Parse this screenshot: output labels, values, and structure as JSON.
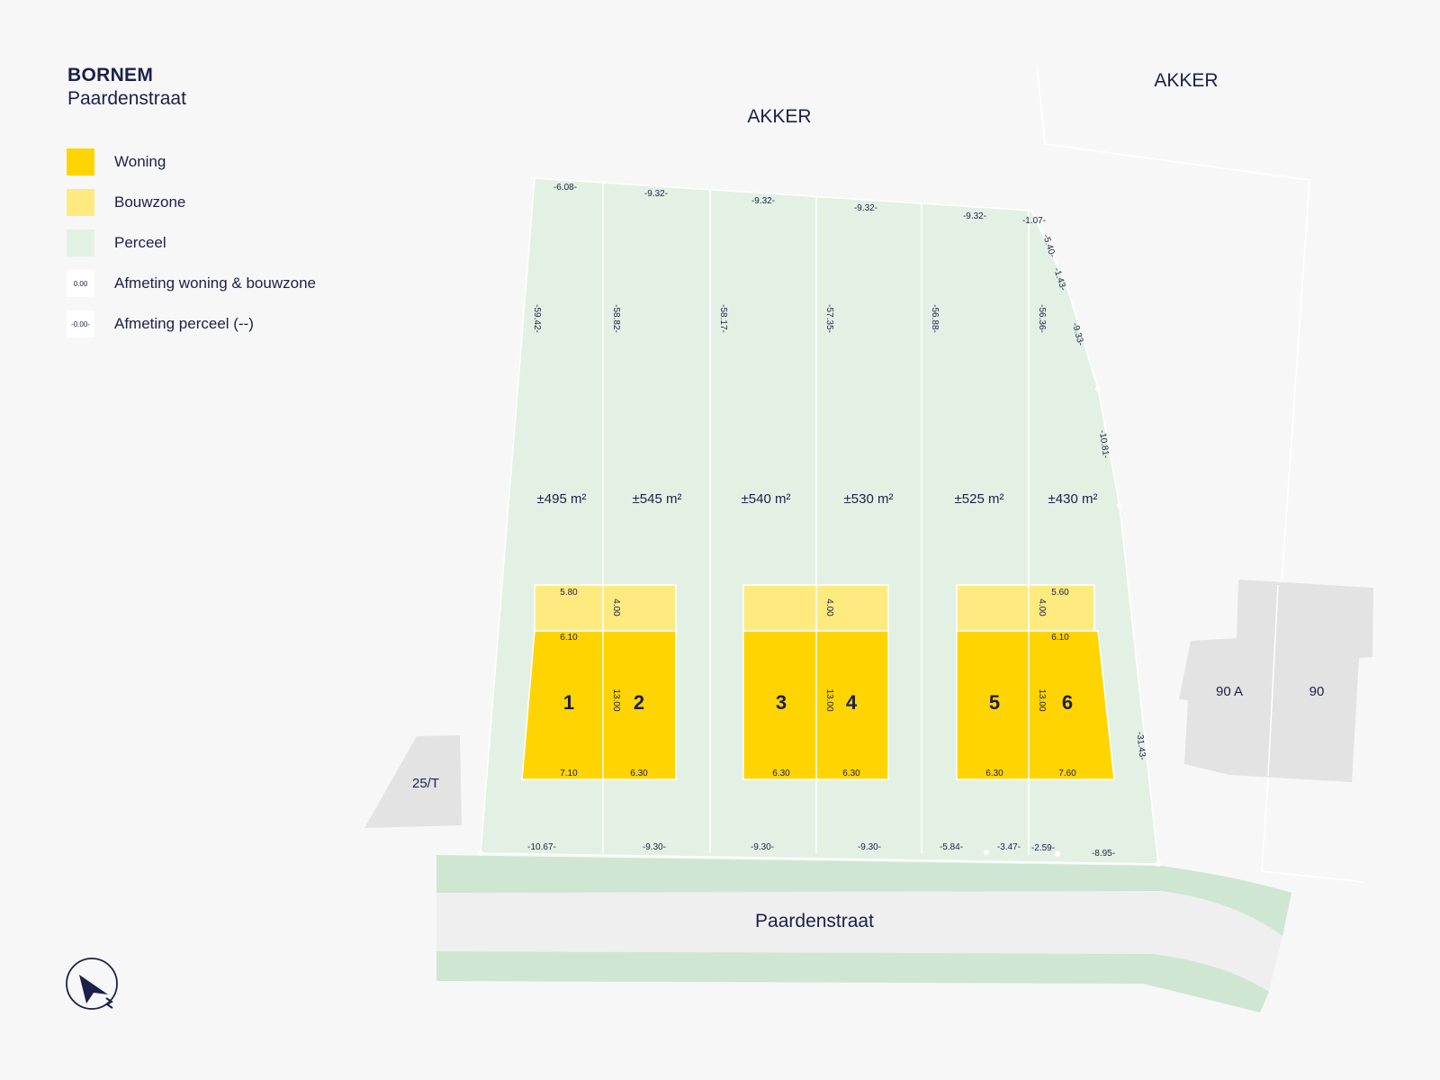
{
  "header": {
    "city": "BORNEM",
    "street": "Paardenstraat"
  },
  "legend": [
    {
      "key": "woning",
      "label": "Woning",
      "sample": ""
    },
    {
      "key": "bouwzone",
      "label": "Bouwzone",
      "sample": ""
    },
    {
      "key": "perceel",
      "label": "Perceel",
      "sample": ""
    },
    {
      "key": "dim",
      "label": "Afmeting woning & bouwzone",
      "sample": "0.00"
    },
    {
      "key": "dim",
      "label": "Afmeting perceel (--)",
      "sample": "-0.00-"
    }
  ],
  "colors": {
    "woning": "#ffd400",
    "bouwzone": "#ffea80",
    "perceel": "#e3f1e4",
    "street_verge": "#cfe6d2",
    "road": "#efefef",
    "building": "#e3e3e3",
    "ink": "#1c1f4a"
  },
  "map": {
    "field_labels": [
      "AKKER",
      "AKKER"
    ],
    "street_label": "Paardenstraat",
    "neighbor_labels": [
      "25/T",
      "90 A",
      "90"
    ],
    "lots": [
      {
        "number": "1",
        "area": "±495 m²"
      },
      {
        "number": "2",
        "area": "±545 m²"
      },
      {
        "number": "3",
        "area": "±540 m²"
      },
      {
        "number": "4",
        "area": "±530 m²"
      },
      {
        "number": "5",
        "area": "±525 m²"
      },
      {
        "number": "6",
        "area": "±430 m²"
      }
    ],
    "plot_dims_top": [
      "-6.08-",
      "-9.32-",
      "-9.32-",
      "-9.32-",
      "-9.32-",
      "-1.07-"
    ],
    "plot_dims_side": [
      "-59.42-",
      "-58.82-",
      "-58.17-",
      "-57.35-",
      "-56.88-",
      "-56.36-"
    ],
    "plot_dims_right": [
      "-5.40-",
      "-1.43-",
      "-9.33-",
      "-10.81-",
      "-31.43-"
    ],
    "plot_dims_bottom": [
      "-10.67-",
      "-9.30-",
      "-9.30-",
      "-9.30-",
      "-5.84-",
      "-3.47-",
      "-2.59-",
      "-8.95-"
    ],
    "house_dims": [
      "5.80",
      "4.00",
      "6.10",
      "13.00",
      "7.10",
      "6.30",
      "4.00",
      "13.00",
      "6.30",
      "6.30",
      "5.60",
      "4.00",
      "6.10",
      "13.00",
      "6.30",
      "7.60"
    ]
  }
}
